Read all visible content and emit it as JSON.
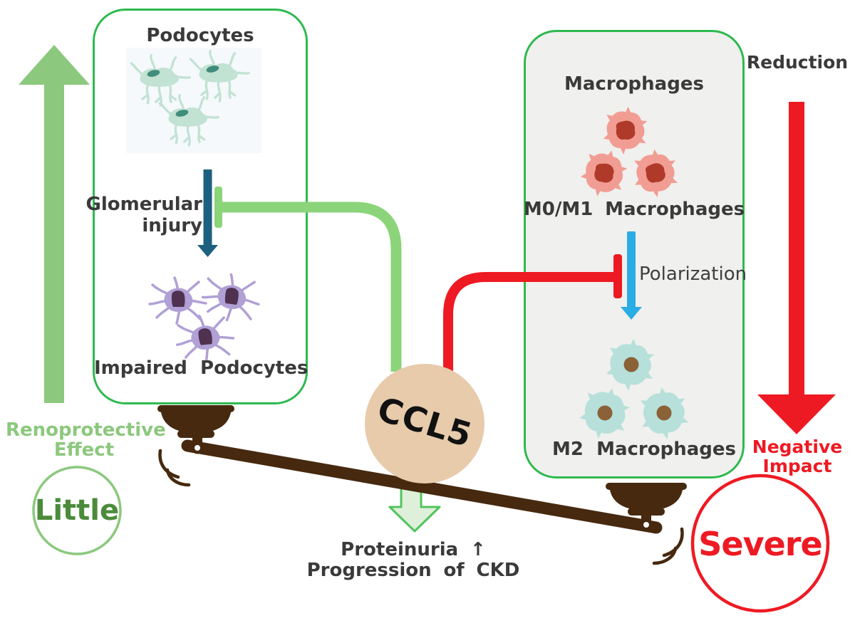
{
  "left_panel": {
    "title": "Podocytes",
    "glomerular_line1": "Glomerular",
    "glomerular_line2": "injury",
    "impaired_label": "Impaired Podocytes"
  },
  "right_panel": {
    "title": "Macrophages",
    "m0m1_label": "M0/M1 Macrophages",
    "polarization_label": "Polarization",
    "m2_label": "M2 Macrophages"
  },
  "center": {
    "ccl5": "CCL5",
    "outcome_line1": "Proteinuria ↑",
    "outcome_line2": "Progression of CKD"
  },
  "left_annotations": {
    "effect_line1": "Renoprotective",
    "effect_line2": "Effect",
    "magnitude": "Little"
  },
  "right_annotations": {
    "reduction": "Reduction",
    "impact_line1": "Negative",
    "impact_line2": "Impact",
    "magnitude": "Severe"
  },
  "icons": {
    "renoprotective-up-arrow-icon": "large light-green upward arrow",
    "reduction-down-arrow-icon": "large red downward arrow",
    "glomerular-injury-arrow-icon": "dark teal downward arrow",
    "green-inhibition-line-icon": "light-green elbow line ending in T-bar (blocks glomerular injury)",
    "red-inhibition-line-icon": "red elbow line ending in T-bar (blocks polarization)",
    "polarization-arrow-icon": "light-blue downward arrow",
    "outcome-down-arrow-icon": "pale green outlined downward arrow",
    "balance-scale-icon": "brown tilted balance beam with two hanging pans",
    "ccl5-circle": "tan filled circle",
    "little-circle": "light-green outlined circle",
    "severe-circle": "red outlined circle"
  },
  "colors": {
    "panel_border_green": "#2eb94f",
    "soft_green": "#8cc87d",
    "green_line": "#8bd47a",
    "dark_green_text": "#4b8b3b",
    "pale_arrow_fill": "#def0da",
    "pale_arrow_border": "#52c45e",
    "red": "#ee1a23",
    "blue": "#2aace4",
    "teal_arrow": "#1d6080",
    "brown": "#46290f",
    "tan_circle": "#e7cbab",
    "panel_gray": "#f0f0ee",
    "text_dark": "#3a3a3a",
    "pink_cell": "#f19d94",
    "pink_nucleus": "#b03a2a",
    "m2_cell": "#b7e0da",
    "m2_nucleus": "#8b6137",
    "podocyte_cell": "#c2e2d3",
    "podocyte_nucleus": "#3f8d7a",
    "impaired_cell": "#b1a0d6",
    "impaired_nucleus": "#4f3150"
  }
}
